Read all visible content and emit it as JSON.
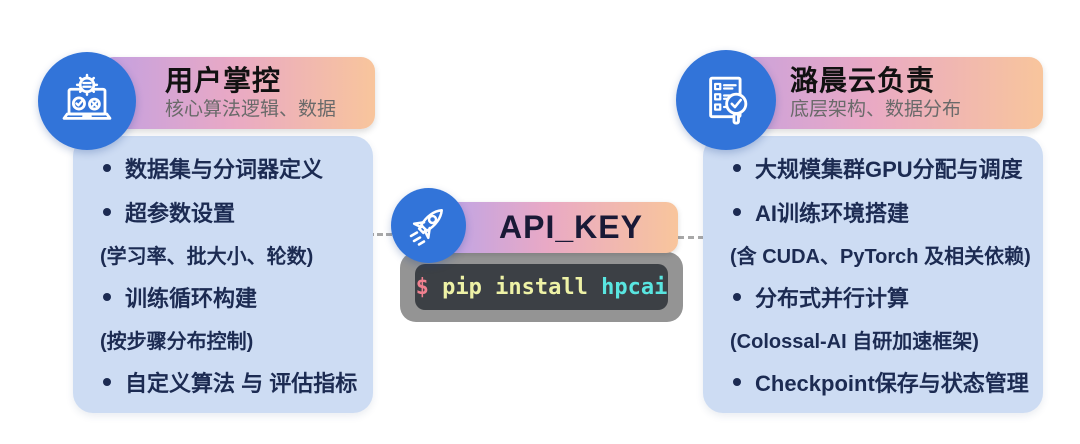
{
  "colors": {
    "background": "#ffffff",
    "panel_bg": "#cddcf3",
    "header_gradient_start": "#c2a0e2",
    "header_gradient_mid": "#e9a9c5",
    "header_gradient_end": "#f8c59c",
    "circle_blue": "#3274d9",
    "title_text": "#111111",
    "subtitle_text": "#6a6a6a",
    "list_text": "#1c2b52",
    "api_key_text": "#191936",
    "terminal_outer": "#949494",
    "terminal_inner": "#3c4045",
    "terminal_prompt_color": "#f0808f",
    "terminal_command_color": "#eef2a6",
    "terminal_package_color": "#59e5e0",
    "connector_color": "#a8a8a8"
  },
  "left_panel": {
    "icon": "laptop-settings-icon",
    "title": "用户掌控",
    "subtitle": "核心算法逻辑、数据",
    "items": [
      {
        "text": "数据集与分词器定义"
      },
      {
        "text": "超参数设置"
      },
      {
        "text": "(学习率、批大小、轮数)"
      },
      {
        "text": "训练循环构建"
      },
      {
        "text": "(按步骤分布控制)"
      },
      {
        "text": "自定义算法 与 评估指标"
      }
    ]
  },
  "center": {
    "icon": "rocket-icon",
    "label": "API_KEY",
    "terminal": {
      "prompt": "$",
      "command": "pip install",
      "package": "hpcai"
    }
  },
  "right_panel": {
    "icon": "checklist-magnifier-icon",
    "title": "潞晨云负责",
    "subtitle": "底层架构、数据分布",
    "items": [
      {
        "text": "大规模集群GPU分配与调度"
      },
      {
        "text": "AI训练环境搭建"
      },
      {
        "text": "(含 CUDA、PyTorch 及相关依赖)"
      },
      {
        "text": "分布式并行计算"
      },
      {
        "text": "(Colossal-AI 自研加速框架)"
      },
      {
        "text": "Checkpoint保存与状态管理"
      }
    ]
  }
}
